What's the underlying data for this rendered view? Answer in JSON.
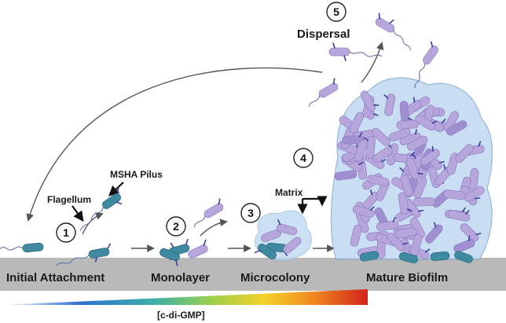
{
  "steps": [
    "1",
    "2",
    "3",
    "4",
    "5"
  ],
  "stage_labels": {
    "initial_attachment": "Initial Attachment",
    "monolayer": "Monolayer",
    "microcolony": "Microcolony",
    "mature_biofilm": "Mature Biofilm",
    "dispersal": "Dispersal"
  },
  "annotations": {
    "msha_pilus": "MSHA Pilus",
    "flagellum": "Flagellum",
    "matrix": "Matrix"
  },
  "gradient": {
    "label": "[c-di-GMP]",
    "colors": [
      "#ffffff",
      "#2f6fd0",
      "#3cb0a8",
      "#9fd04a",
      "#f5d22a",
      "#f08a1e",
      "#d2231c"
    ]
  },
  "colors": {
    "surface": "#b9b9b9",
    "attached_cell": "#3f8aa0",
    "biofilm_cell": "#b6a6dc",
    "matrix": "#bcd6ef",
    "pili": "#3b3f9a"
  }
}
